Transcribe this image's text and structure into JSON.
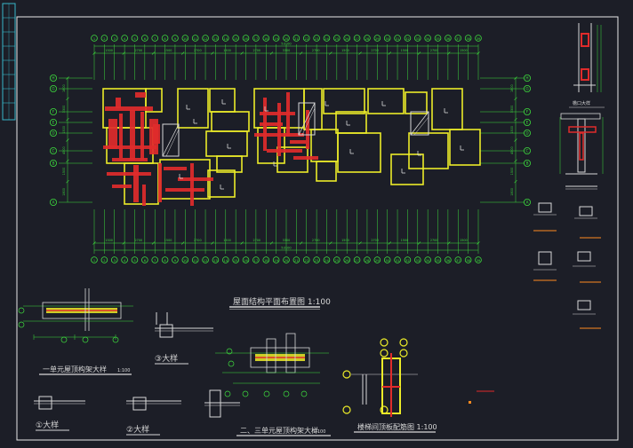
{
  "colors": {
    "background": "#1c1e27",
    "frame": "#e8e8e8",
    "axis": "#3ddc3d",
    "wall": "#ecec28",
    "beam": "#e02b2b",
    "detail": "#d8d8d8",
    "dim": "#3ddc3d",
    "accent": "#ff8a1f",
    "titleblock": "#38b6c8"
  },
  "titles": {
    "main_plan": "屋面结构平面布置图 1:100",
    "unit1_detail": "一单元屋顶构架大样",
    "unit1_scale": "1:100",
    "unit23_detail": "二、三单元屋顶构架大样",
    "unit23_scale": "1:100",
    "column_detail": "楼梯间顶板配筋图 1:100",
    "section_top": "檐口大样"
  },
  "detail_labels": {
    "d1": "①大样",
    "d2": "②大样",
    "d3": "③大样"
  },
  "axis_labels_top": [
    "1",
    "2",
    "3",
    "4",
    "5",
    "6",
    "7",
    "8",
    "9",
    "10",
    "11",
    "12",
    "13",
    "14",
    "15",
    "16",
    "17",
    "18",
    "19",
    "20",
    "21",
    "22",
    "23",
    "24",
    "25",
    "26",
    "27",
    "28",
    "29",
    "30",
    "31",
    "32",
    "33",
    "34",
    "35",
    "36",
    "37",
    "38",
    "39"
  ],
  "axis_labels_left": [
    "H",
    "G",
    "F",
    "E",
    "D",
    "C",
    "B",
    "A"
  ],
  "axis_labels_right": [
    "H",
    "G",
    "F",
    "E",
    "D",
    "C",
    "B",
    "A"
  ],
  "dims_top": [
    "1500",
    "2700",
    "1500",
    "2700",
    "1500",
    "2700",
    "3300",
    "2700",
    "1500",
    "2700",
    "1500",
    "2700",
    "1500"
  ],
  "dims_bottom": [
    "1500",
    "2700",
    "1500",
    "2700",
    "1500",
    "2700",
    "3300",
    "2700",
    "1500",
    "2700",
    "1500",
    "2700",
    "1500"
  ],
  "overall_dim_top": "53100",
  "overall_dim_bottom": "53100",
  "dims_left": [
    "1800",
    "3300",
    "1500",
    "4500",
    "1500",
    "1800"
  ],
  "dims_right": [
    "1800",
    "3300",
    "1500",
    "4500",
    "1500",
    "1800"
  ]
}
